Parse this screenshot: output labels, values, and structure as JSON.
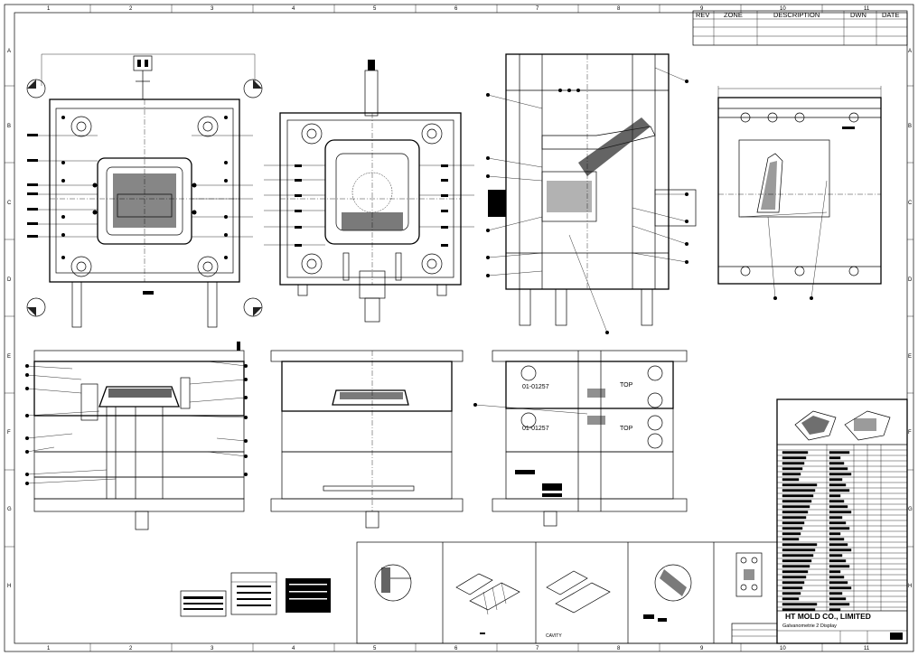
{
  "grid": {
    "columns": [
      "1",
      "2",
      "3",
      "4",
      "5",
      "6",
      "7",
      "8",
      "9",
      "10",
      "11"
    ],
    "rows": [
      "A",
      "B",
      "C",
      "D",
      "E",
      "F",
      "G",
      "H"
    ]
  },
  "revision_table": {
    "headers": [
      "REV",
      "ZONE",
      "DESCRIPTION",
      "DWN",
      "DATE"
    ]
  },
  "views": {
    "cavity_label": "01-01257",
    "cavity_label_2": "01-01257",
    "top_label": "TOP",
    "top_label_2": "TOP",
    "detail_caption": "CAVITY"
  },
  "title_block": {
    "company": "HT MOLD CO., LIMITED",
    "subtitle": "Galvanometrie 2 Display"
  },
  "colors": {
    "line": "#000000",
    "background": "#ffffff"
  }
}
